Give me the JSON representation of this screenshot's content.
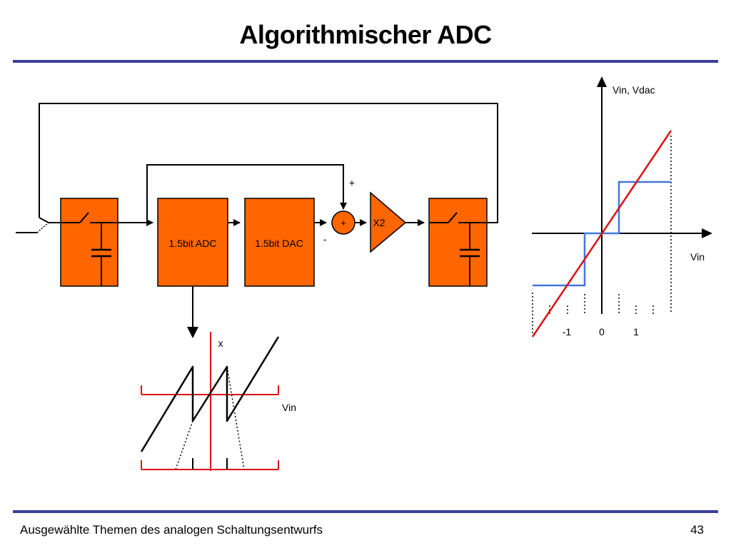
{
  "slide": {
    "title": "Algorithmischer ADC",
    "footer_text": "Ausgewählte Themen des analogen Schaltungsentwurfs",
    "page_number": "43"
  },
  "colors": {
    "rule": "#3a3d98",
    "block_fill": "#ff6600",
    "red_line": "#dd1111",
    "blue_line": "#4477dd"
  },
  "block_diagram": {
    "adc_block_label": "1.5bit ADC",
    "dac_block_label": "1.5bit DAC",
    "sum_node_label": "+",
    "sum_plus_input_label": "+",
    "sum_minus_input_label": "-",
    "gain_label": "X2"
  },
  "residue_plot": {
    "y_axis_label": "x",
    "x_axis_label": "Vin"
  },
  "transfer_plot": {
    "y_axis_label": "Vin, Vdac",
    "x_axis_label": "Vin",
    "tick_labels": [
      "-1",
      "0",
      "1"
    ]
  }
}
